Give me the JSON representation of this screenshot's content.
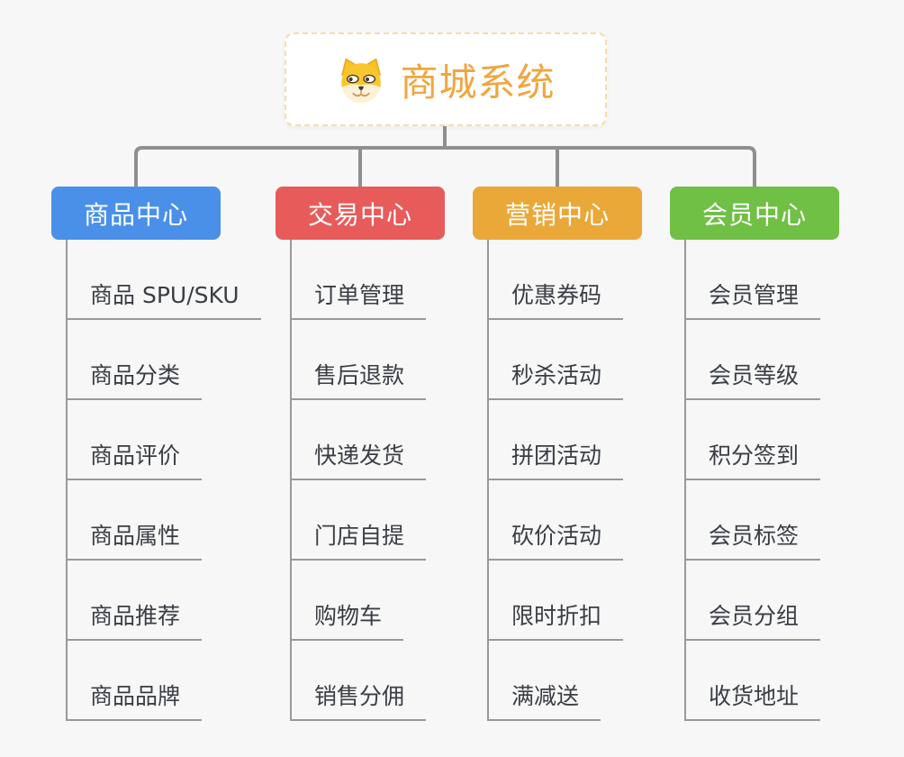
{
  "root": {
    "title": "商城系统",
    "icon": "dog-face"
  },
  "branches": [
    {
      "id": "product-center",
      "label": "商品中心",
      "color": "#4a90e8",
      "children": [
        "商品 SPU/SKU",
        "商品分类",
        "商品评价",
        "商品属性",
        "商品推荐",
        "商品品牌"
      ]
    },
    {
      "id": "trade-center",
      "label": "交易中心",
      "color": "#e85b5b",
      "children": [
        "订单管理",
        "售后退款",
        "快递发货",
        "门店自提",
        "购物车",
        "销售分佣"
      ]
    },
    {
      "id": "marketing-center",
      "label": "营销中心",
      "color": "#eaa838",
      "children": [
        "优惠券码",
        "秒杀活动",
        "拼团活动",
        "砍价活动",
        "限时折扣",
        "满减送"
      ]
    },
    {
      "id": "member-center",
      "label": "会员中心",
      "color": "#6fc044",
      "children": [
        "会员管理",
        "会员等级",
        "积分签到",
        "会员标签",
        "会员分组",
        "收货地址"
      ]
    }
  ],
  "colors": {
    "background": "#f7f7f7",
    "connector": "#8f8f8f",
    "child_line": "#999999",
    "child_text": "#3a3e44",
    "root_text": "#f0a63e",
    "root_border": "#f8dca8"
  }
}
